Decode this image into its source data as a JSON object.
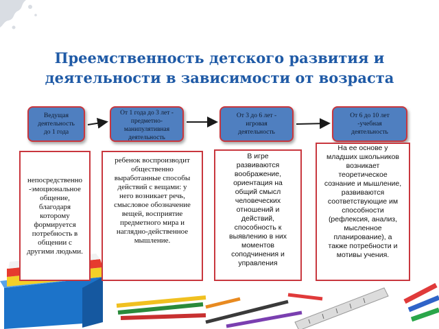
{
  "title": {
    "line1": "Преемственность детского развития и",
    "line2": "деятельности в зависимости от возраста"
  },
  "stages": [
    {
      "header": "Ведущая\nдеятельность\nдо 1 года",
      "text": "непосредственно\n-эмоциональное\nобщение,\nблагодаря\nкоторому\nформируется\nпотребность в\nобщении с\nдругими людьми."
    },
    {
      "header": "От 1 года до 3 лет -\nпредметно-\nманипулятивная\nдеятельность",
      "text": "ребенок воспроизводит\nобщественно\nвыработанные способы\nдействий с вещами: у\nнего возникает речь,\nсмысловое обозначение\nвещей, восприятие\nпредметного мира и\nнаглядно-действенное\nмышление."
    },
    {
      "header": "От 3 до 6 лет -\nигровая\nдеятельность",
      "text": "В игре\nразвиваются\nвоображение,\nориентация на\nобщий смысл\nчеловеческих\nотношений и\nдействий,\nспособность к\nвыявлению в них\nмоментов\nсоподчинения и\nуправления"
    },
    {
      "header": "От 6 до 10 лет\n-учебная\nдеятельность",
      "text": "На ее основе у\nмладших школьников\nвозникает\nтеоретическое\nсознание и мышление,\nразвиваются\nсоответствующие им\nспособности\n(рефлексия, анализ,\nмысленное\nпланирование), а\nтакже потребности и\nмотивы учения."
    }
  ],
  "colors": {
    "title": "#1f5aa6",
    "pill_fill": "#4f7fc0",
    "border": "#c8363d",
    "arrow": "#1a1a1a"
  },
  "decor_icons": [
    "ink-splash-icon",
    "book-stack-icon",
    "pencils-icon",
    "ruler-icon",
    "crayons-icon"
  ]
}
